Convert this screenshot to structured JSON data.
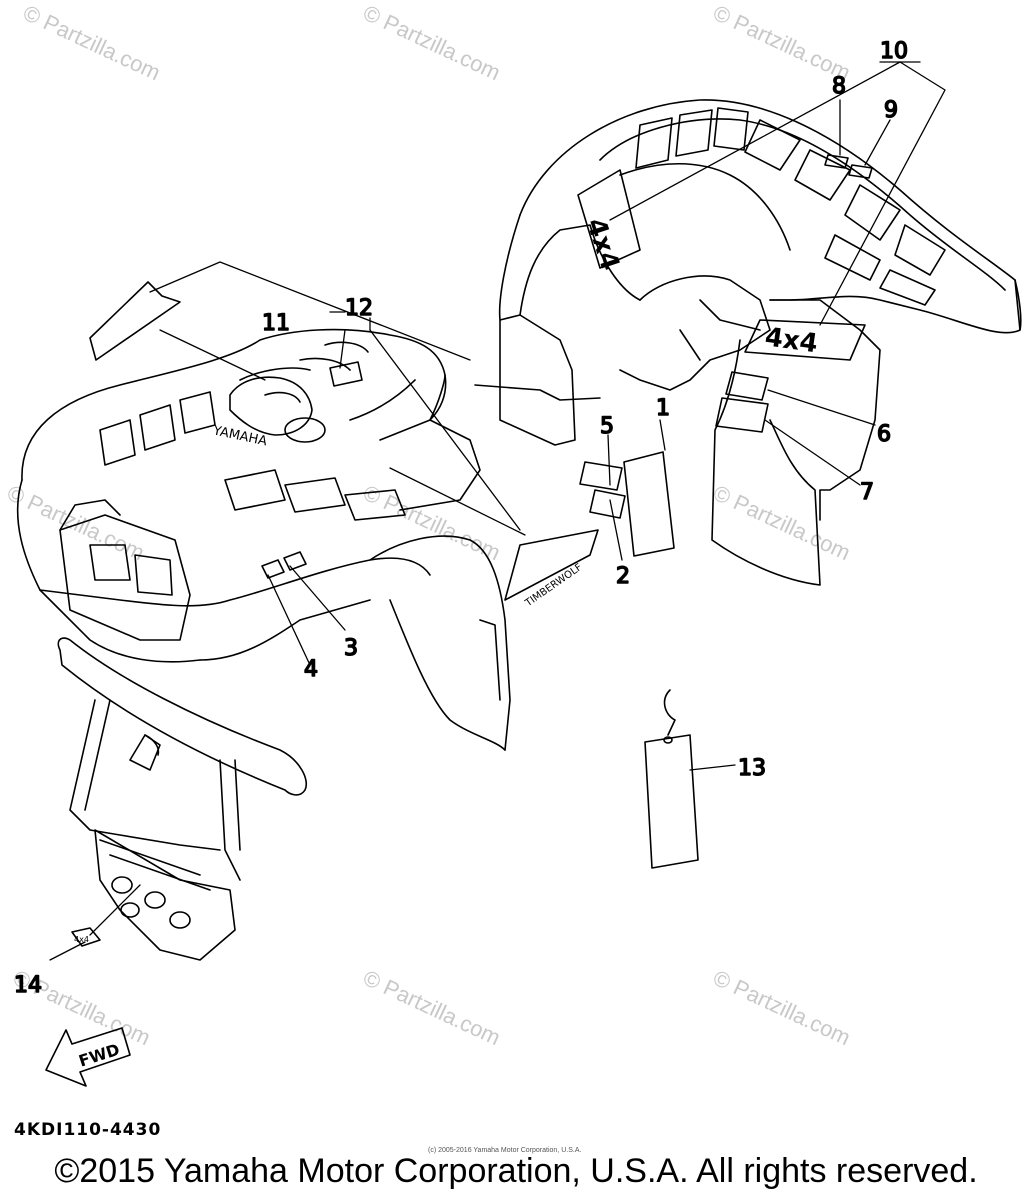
{
  "watermark": "© Partzilla.com",
  "callouts": {
    "c1": "1",
    "c2": "2",
    "c3": "3",
    "c4": "4",
    "c5": "5",
    "c6": "6",
    "c7": "7",
    "c8": "8",
    "c9": "9",
    "c10": "10",
    "c11": "11",
    "c12": "12",
    "c13": "13",
    "c14": "14"
  },
  "decals": {
    "yamaha": "YAMAHA",
    "fourbyfour": "4x4",
    "timberwolf": "TIMBERWOLF",
    "fwd": "FWD"
  },
  "part_code": "4KDI110-4430",
  "small_copyright": "(c) 2005-2016 Yamaha Motor Corporation, U.S.A.",
  "copyright": "©2015 Yamaha Motor Corporation, U.S.A. All rights reserved."
}
